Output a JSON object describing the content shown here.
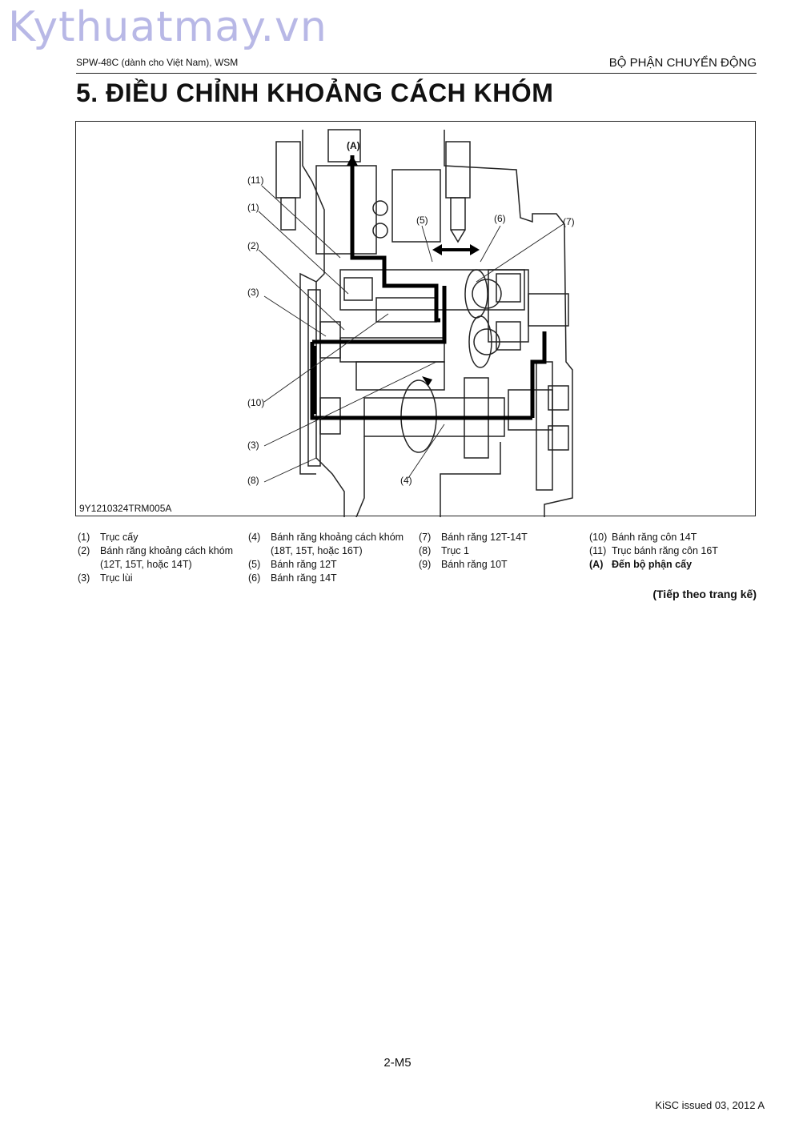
{
  "watermark": "Kythuatmay.vn",
  "header": {
    "left": "SPW-48C (dành cho Việt Nam), WSM",
    "right": "BỘ PHẬN CHUYỂN ĐỘNG"
  },
  "title": "5.   ĐIỀU CHỈNH KHOẢNG CÁCH KHÓM",
  "figure": {
    "code": "9Y1210324TRM005A",
    "callouts": {
      "c11": "(11)",
      "c1": "(1)",
      "c2": "(2)",
      "c3a": "(3)",
      "c10": "(10)",
      "c3b": "(3)",
      "c8": "(8)",
      "c4": "(4)",
      "c5": "(5)",
      "c6": "(6)",
      "c7": "(7)",
      "cA": "(A)"
    }
  },
  "legend": {
    "col1": [
      {
        "num": "(1)",
        "text": "Trục cấy"
      },
      {
        "num": "(2)",
        "text": "Bánh răng khoảng cách khóm"
      },
      {
        "num": "",
        "text": "(12T, 15T, hoặc 14T)"
      },
      {
        "num": "(3)",
        "text": "Trục lùi"
      }
    ],
    "col2": [
      {
        "num": "(4)",
        "text": "Bánh răng khoảng cách khóm"
      },
      {
        "num": "",
        "text": "(18T, 15T, hoặc 16T)"
      },
      {
        "num": "(5)",
        "text": "Bánh răng 12T"
      },
      {
        "num": "(6)",
        "text": "Bánh răng 14T"
      }
    ],
    "col3": [
      {
        "num": "(7)",
        "text": "Bánh răng 12T-14T"
      },
      {
        "num": "(8)",
        "text": "Trục 1"
      },
      {
        "num": "(9)",
        "text": "Bánh răng 10T"
      }
    ],
    "col4": [
      {
        "num": "(10)",
        "text": "Bánh răng côn 14T"
      },
      {
        "num": "(11)",
        "text": "Trục bánh răng côn 16T"
      },
      {
        "num": "(A)",
        "text": "Đến bộ phận cấy"
      }
    ]
  },
  "continued": "(Tiếp theo trang kế)",
  "page_number": "2-M5",
  "issued": "KiSC issued 03, 2012 A"
}
